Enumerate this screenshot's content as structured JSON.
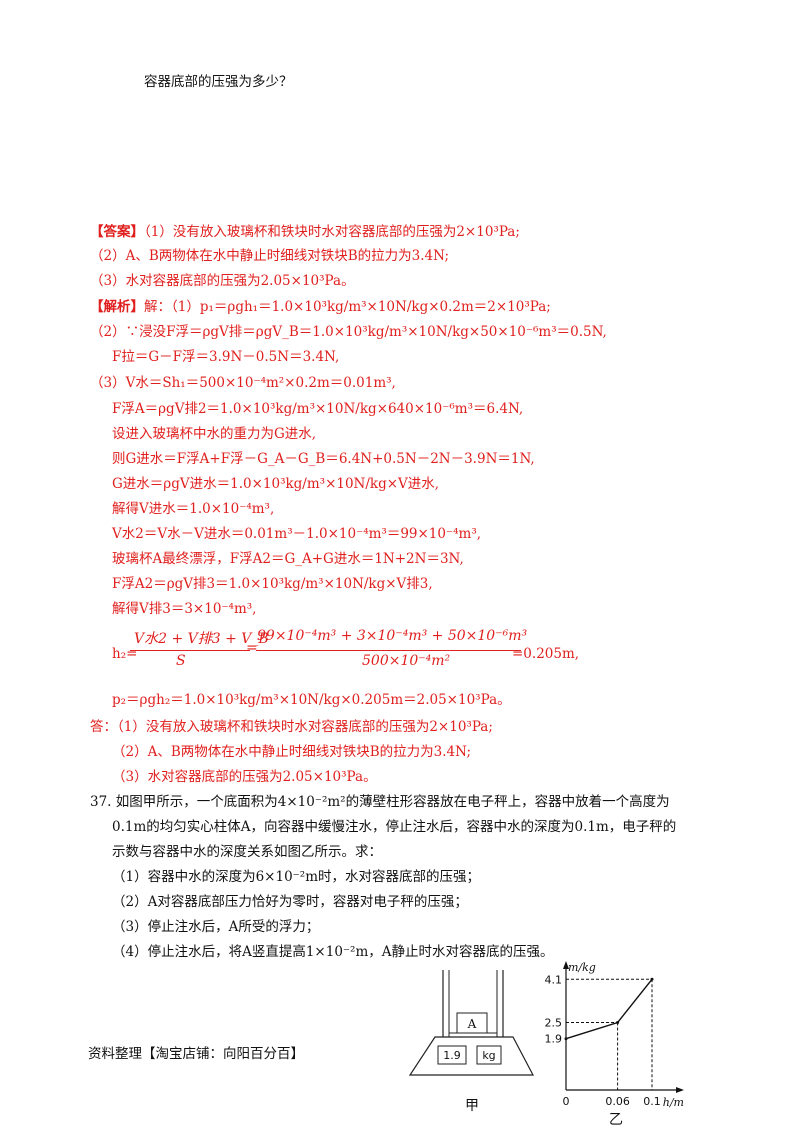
{
  "question_tail": "容器底部的压强为多少？",
  "answer": {
    "tag": "【答案】",
    "a1": "（1）没有放入玻璃杯和铁块时水对容器底部的压强为2×10³Pa;",
    "a2": "（2）A、B两物体在水中静止时细线对铁块B的拉力为3.4N;",
    "a3": "（3）水对容器底部的压强为2.05×10³Pa。"
  },
  "analysis": {
    "tag": "【解析】",
    "s1": "解：（1）p₁＝ρgh₁＝1.0×10³kg/m³×10N/kg×0.2m＝2×10³Pa;",
    "s2": "（2）∵浸没F浮＝ρgV排＝ρgV_B＝1.0×10³kg/m³×10N/kg×50×10⁻⁶m³＝0.5N,",
    "s3": "F拉＝G－F浮＝3.9N－0.5N＝3.4N,",
    "s4": "（3）V水＝Sh₁＝500×10⁻⁴m²×0.2m＝0.01m³,",
    "s5": "F浮A＝ρgV排2＝1.0×10³kg/m³×10N/kg×640×10⁻⁶m³＝6.4N,",
    "s6": "设进入玻璃杯中水的重力为G进水,",
    "s7": "则G进水＝F浮A+F浮－G_A－G_B＝6.4N+0.5N－2N－3.9N＝1N,",
    "s8": "G进水＝ρgV进水＝1.0×10³kg/m³×10N/kg×V进水,",
    "s9": "解得V进水＝1.0×10⁻⁴m³,",
    "s10": "V水2＝V水－V进水＝0.01m³－1.0×10⁻⁴m³＝99×10⁻⁴m³,",
    "s11": "玻璃杯A最终漂浮，F浮A2＝G_A+G进水＝1N+2N＝3N,",
    "s12": "F浮A2＝ρgV排3＝1.0×10³kg/m³×10N/kg×V排3,",
    "s13": "解得V排3＝3×10⁻⁴m³,",
    "h2_prefix": "h₂=",
    "frac1_num": "V水2 + V排3 + V_B",
    "frac1_den": "S",
    "frac2_num": "99×10⁻⁴m³ + 3×10⁻⁴m³ + 50×10⁻⁶m³",
    "frac2_den": "500×10⁻⁴m²",
    "h2_result": "=0.205m,",
    "s14": "p₂＝ρgh₂＝1.0×10³kg/m³×10N/kg×0.205m＝2.05×10³Pa。"
  },
  "final": {
    "tag": "答：",
    "f1": "（1）没有放入玻璃杯和铁块时水对容器底部的压强为2×10³Pa;",
    "f2": "（2）A、B两物体在水中静止时细线对铁块B的拉力为3.4N;",
    "f3": "（3）水对容器底部的压强为2.05×10³Pa。"
  },
  "q37": {
    "l1": "37. 如图甲所示，一个底面积为4×10⁻²m²的薄壁柱形容器放在电子秤上，容器中放着一个高度为",
    "l2": "0.1m的均匀实心柱体A，向容器中缓慢注水，停止注水后，容器中水的深度为0.1m，电子秤的",
    "l3": "示数与容器中水的深度关系如图乙所示。求：",
    "p1": "（1）容器中水的深度为6×10⁻²m时，水对容器底部的压强；",
    "p2": "（2）A对容器底部压力恰好为零时，容器对电子秤的压强；",
    "p3": "（3）停止注水后，A所受的浮力；",
    "p4": "（4）停止注水后，将A竖直提高1×10⁻²m，A静止时水对容器底的压强。"
  },
  "footer": "资料整理【淘宝店铺：向阳百分百】",
  "fig_jia": {
    "block_label": "A",
    "scale_value": "1.9",
    "scale_unit": "kg",
    "caption": "甲"
  },
  "chart_data": {
    "type": "line",
    "title": "",
    "ylabel": "m/kg",
    "xlabel": "h/m",
    "x_ticks": [
      "0",
      "0.06",
      "0.1"
    ],
    "y_ticks": [
      "1.9",
      "2.5",
      "4.1"
    ],
    "x": [
      0,
      0.06,
      0.1
    ],
    "y": [
      1.9,
      2.5,
      4.1
    ],
    "caption": "乙"
  }
}
